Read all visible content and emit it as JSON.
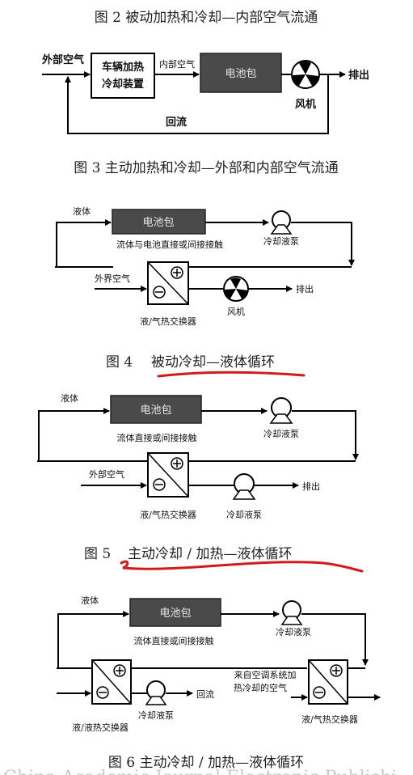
{
  "fig2": {
    "caption": "图 2   被动加热和冷却—内部空气流通",
    "outside_air": "外部空气",
    "device_line1": "车辆加热",
    "device_line2": "冷却装置",
    "inside_air": "内部空气",
    "battery": "电池包",
    "fan": "风机",
    "exhaust": "排出",
    "return": "回流"
  },
  "fig3": {
    "caption": "图 3   主动加热和冷却—外部和内部空气流通",
    "liquid": "液体",
    "battery": "电池包",
    "pump": "冷却液泵",
    "contact": "流体与电池直接或间接接触",
    "outside_air": "外界空气",
    "exhaust": "排出",
    "fan": "风机",
    "exchanger": "液/气热交换器"
  },
  "fig4": {
    "caption_num": "图 4",
    "caption_text": "被动冷却—液体循环",
    "liquid": "液体",
    "battery": "电池包",
    "pump": "冷却液泵",
    "contact": "流体直接或间接接触",
    "outside_air": "外部空气",
    "exhaust": "排出",
    "exchanger": "液/气热交换器",
    "pump2": "冷却液泵"
  },
  "fig5": {
    "caption_num": "图 5",
    "caption_text": "主动冷却 / 加热—液体循环",
    "liquid": "液体",
    "battery": "电池包",
    "pump": "冷却液泵",
    "contact": "流体直接或间接接触",
    "ac_air_line1": "来自空调系统加",
    "ac_air_line2": "热冷却的空气",
    "return": "回流",
    "pump2": "冷却液泵",
    "exchanger_ll": "液/液热交换器",
    "exchanger_lg": "液/气热交换器"
  },
  "fig6": {
    "caption": "图 6   主动冷却 / 加热—液体循环"
  },
  "watermark": "China Academic Journal Electronic Publishi",
  "colors": {
    "battery_fill": "#4a4a4a",
    "annotation_red": "#d11a1a"
  }
}
